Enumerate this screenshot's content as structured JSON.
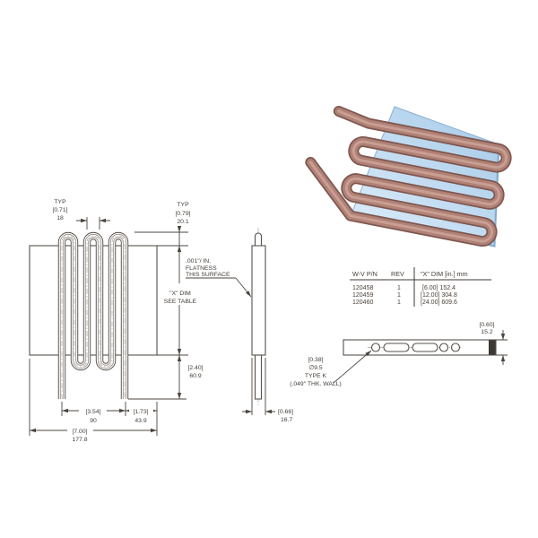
{
  "front_view": {
    "pitch": {
      "typ": "TYP",
      "inch": "[0.71]",
      "mm": "18"
    },
    "protrusion": {
      "typ": "TYP",
      "inch": "[0.79]",
      "mm": "20.1"
    },
    "x_dim_note": {
      "line1": "\"X\" DIM",
      "line2": "SEE TABLE"
    },
    "tail_length": {
      "inch": "[2.40]",
      "mm": "60.9"
    },
    "tube_span": {
      "inch": "[3.54]",
      "mm": "90"
    },
    "edge_offset": {
      "inch": "[1.73]",
      "mm": "43.9"
    },
    "width": {
      "inch": "[7.00]",
      "mm": "177.8"
    }
  },
  "side_view": {
    "flatness_note": {
      "line1": ".001\"/ IN.",
      "line2": "FLATNESS",
      "line3": "THIS SURFACE"
    },
    "depth": {
      "inch": "[0.66]",
      "mm": "16.7"
    }
  },
  "bottom_view": {
    "thickness": {
      "inch": "[0.60]",
      "mm": "15.2"
    },
    "tube_spec": {
      "line1": "[0.38]",
      "line2": "∅9.5",
      "line3": "TYPE K",
      "line4": "(.049\" THK. WALL)"
    }
  },
  "table": {
    "headers": [
      "W-V P/N",
      "REV",
      "\"X\" DIM [in.] mm"
    ],
    "rows": [
      [
        "120458",
        "1",
        "[6.00] 152.4"
      ],
      [
        "120459",
        "1",
        "[12.00] 304.8"
      ],
      [
        "120460",
        "1",
        "[24.00] 609.6"
      ]
    ]
  },
  "colors": {
    "tube_outline": "#7d564e",
    "tube_mid": "#b08176",
    "tube_highlight": "#c99e93",
    "plate_light": "#ddeefb",
    "plate_dark": "#9cc4e6",
    "plate_edge": "#86aed2",
    "line": "#4b453f"
  }
}
